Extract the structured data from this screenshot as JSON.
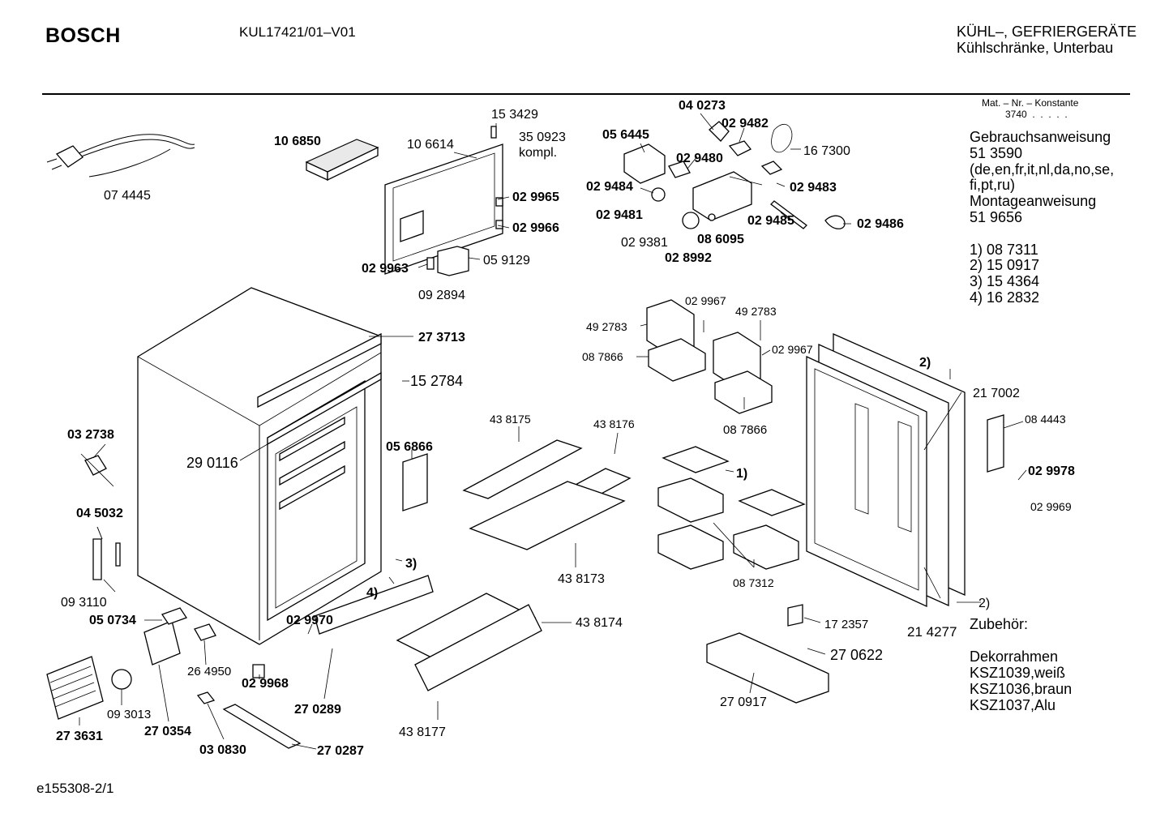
{
  "header": {
    "brand": "BOSCH",
    "model": "KUL17421/01–V01",
    "category_line1": "KÜHL–, GEFRIERGERÄTE",
    "category_line2": "Kühlschränke, Unterbau"
  },
  "side_panel": {
    "mat_nr_label": "Mat. – Nr. – Konstante",
    "mat_nr_value": "3740  .  .  .  .  .",
    "manual_label": "Gebrauchsanweisung",
    "manual_number": "51 3590",
    "languages_line1": "(de,en,fr,it,nl,da,no,se,",
    "languages_line2": "fi,pt,ru)",
    "mounting_label": "Montageanweisung",
    "mounting_number": "51 9656",
    "notes": [
      "1) 08 7311",
      "2) 15 0917",
      "3) 15 4364",
      "4) 16 2832"
    ],
    "accessories_label": "Zubehör:",
    "frames_label": "Dekorrahmen",
    "frames": [
      "KSZ1039,weiß",
      "KSZ1036,braun",
      "KSZ1037,Alu"
    ]
  },
  "part_labels": {
    "p_074445": "07 4445",
    "p_106850": "10 6850",
    "p_106614": "10 6614",
    "p_153429": "15 3429",
    "p_350923": "35 0923",
    "p_kompl": "kompl.",
    "p_029965": "02 9965",
    "p_029966": "02 9966",
    "p_029963": "02 9963",
    "p_059129": "05 9129",
    "p_092894": "09 2894",
    "p_040273": "04 0273",
    "p_056445": "05 6445",
    "p_029482": "02 9482",
    "p_167300": "16 7300",
    "p_029480": "02 9480",
    "p_029484": "02 9484",
    "p_029483": "02 9483",
    "p_029481": "02 9481",
    "p_029485": "02 9485",
    "p_029486": "02 9486",
    "p_029381": "02 9381",
    "p_086095": "08 6095",
    "p_028992": "02 8992",
    "p_029967a": "02 9967",
    "p_492783a": "49 2783",
    "p_492783b": "49 2783",
    "p_087866a": "08 7866",
    "p_029967b": "02 9967",
    "p_087866b": "08 7866",
    "p_273713": "27 3713",
    "p_152784": "15 2784",
    "p_032738": "03 2738",
    "p_290116": "29 0116",
    "p_056866": "05 6866",
    "p_045032": "04 5032",
    "p_093110": "09 3110",
    "p_438175": "43 8175",
    "p_438176": "43 8176",
    "p_438173": "43 8173",
    "p_438174": "43 8174",
    "p_438177": "43 8177",
    "note_1": "1)",
    "note_2a": "2)",
    "note_2b": "2)",
    "note_3": "3)",
    "note_4": "4)",
    "p_217002": "21 7002",
    "p_084443": "08 4443",
    "p_029978": "02 9978",
    "p_029969": "02 9969",
    "p_087312": "08 7312",
    "p_214277": "21 4277",
    "p_172357": "17 2357",
    "p_270622": "27 0622",
    "p_270917": "27 0917",
    "p_050734": "05 0734",
    "p_029970": "02 9970",
    "p_264950": "26 4950",
    "p_029968": "02 9968",
    "p_270289": "27 0289",
    "p_093013": "09 3013",
    "p_273631": "27 3631",
    "p_270354": "27 0354",
    "p_030830": "03 0830",
    "p_270287": "27 0287"
  },
  "footer": {
    "doc_id": "e155308-2/1"
  }
}
